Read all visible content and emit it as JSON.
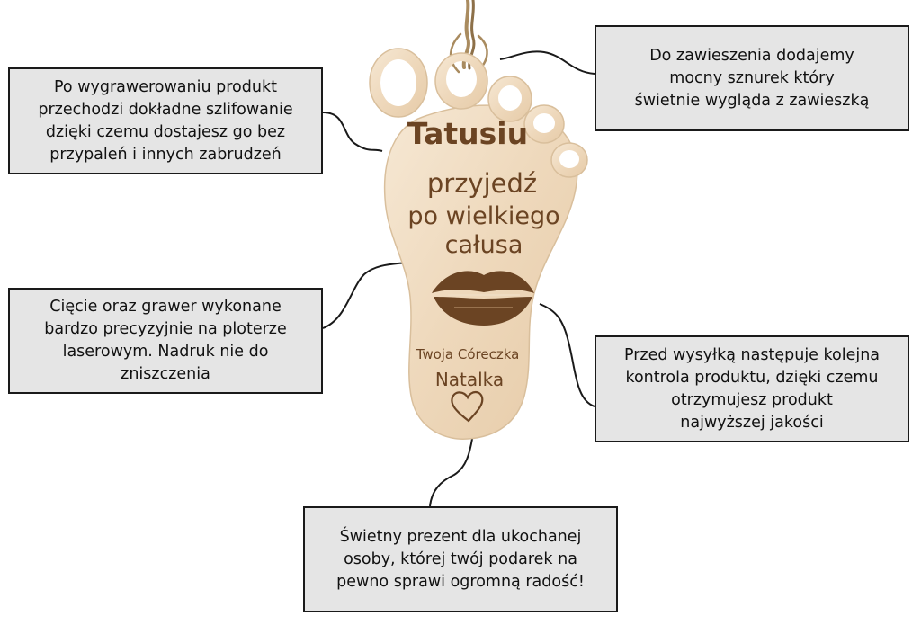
{
  "product": {
    "engraving": {
      "title": "Tatusiu",
      "line1": "przyjedź",
      "line2": "po wielkiego",
      "line3": "całusa",
      "signature_small": "Twoja Córeczka",
      "signature_name": "Natalka"
    },
    "icons": [
      "lips-icon",
      "heart-icon",
      "twine-icon"
    ]
  },
  "callouts": {
    "top_left": "Po wygrawerowaniu produkt\nprzechodzi dokładne szlifowanie\ndzięki czemu dostajesz go bez\nprzypaleń i innych zabrudzeń",
    "top_right": "Do zawieszenia dodajemy\nmocny sznurek który\nświetnie wygląda z zawieszką",
    "mid_left": "Cięcie oraz grawer wykonane\nbardzo precyzyjnie na ploterze\nlaserowym. Nadruk nie do\nzniszczenia",
    "mid_right": "Przed wysyłką następuje kolejna\nkontrola produktu, dzięki czemu\notrzymujesz produkt\nnajwyższej jakości",
    "bottom": "Świetny prezent dla ukochanej\nosoby, której twój podarek na\npewno sprawi ogromną radość!"
  },
  "colors": {
    "wood": "#efdcc2",
    "engraving": "#6b4423",
    "callout_bg": "#e5e5e5",
    "callout_border": "#1a1a1a"
  }
}
